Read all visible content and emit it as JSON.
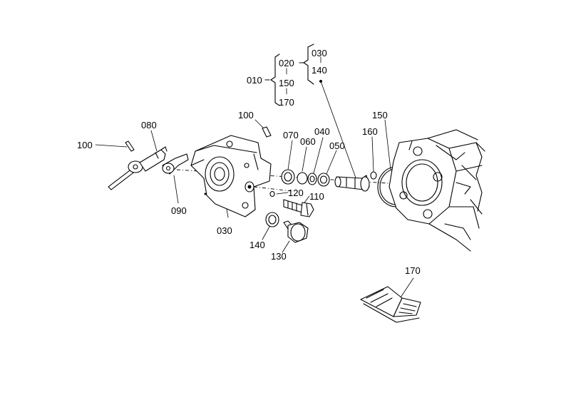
{
  "labels": {
    "p010": "010",
    "p020": "020",
    "p030a": "030",
    "p140a": "140",
    "p150a": "150",
    "p170a": "170",
    "p100a": "100",
    "p080": "080",
    "p100b": "100",
    "p090": "090",
    "p030b": "030",
    "p070": "070",
    "p060": "060",
    "p040": "040",
    "p050": "050",
    "p160": "160",
    "p150b": "150",
    "p120": "120",
    "p110": "110",
    "p140b": "140",
    "p130": "130",
    "p170b": "170"
  }
}
